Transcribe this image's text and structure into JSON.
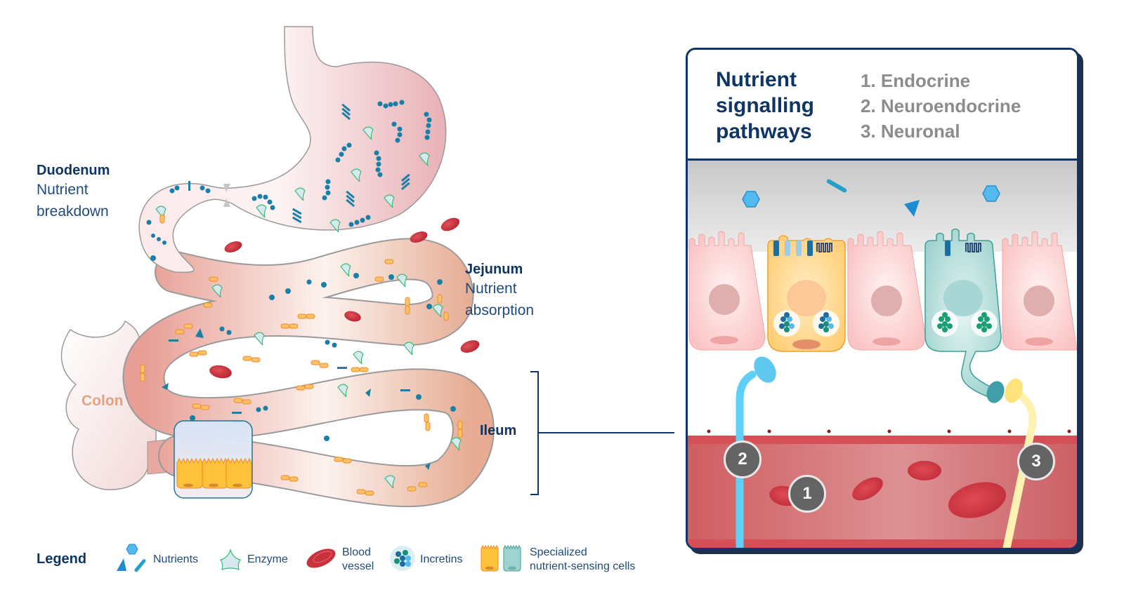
{
  "regions": {
    "duodenum": {
      "title": "Duodenum",
      "subtitle_line1": "Nutrient",
      "subtitle_line2": "breakdown"
    },
    "jejunum": {
      "title": "Jejunum",
      "subtitle_line1": "Nutrient",
      "subtitle_line2": "absorption"
    },
    "ileum": {
      "title": "Ileum"
    },
    "colon": {
      "title": "Colon"
    }
  },
  "panel": {
    "title_line1": "Nutrient",
    "title_line2": "signalling",
    "title_line3": "pathways",
    "pathways": [
      {
        "number": "1",
        "label": "1. Endocrine"
      },
      {
        "number": "2",
        "label": "2. Neuroendocrine"
      },
      {
        "number": "3",
        "label": "3. Neuronal"
      }
    ]
  },
  "legend": {
    "title": "Legend",
    "items": [
      {
        "icon": "nutrients-icon",
        "label": "Nutrients"
      },
      {
        "icon": "enzyme-icon",
        "label": "Enzyme"
      },
      {
        "icon": "blood-vessel-icon",
        "label_line1": "Blood",
        "label_line2": "vessel"
      },
      {
        "icon": "incretins-icon",
        "label": "Incretins"
      },
      {
        "icon": "sensing-cells-icon",
        "label_line1": "Specialized",
        "label_line2": "nutrient-sensing cells"
      }
    ]
  },
  "colors": {
    "navy": "#0e3563",
    "gut_pink": "#ebb9bc",
    "intestine_peach": "#e8a795",
    "nutrient_blue": "#1a7fa6",
    "blood_red": "#c8323c",
    "vessel_red": "#d46a6e",
    "cell_pink": "#fbd2d2",
    "cell_orange": "#ffd17a",
    "cell_teal": "#9fd3cf",
    "nerve_blue": "#5fcff5",
    "nerve_yellow": "#fff2b0",
    "badge_gray": "#646464",
    "pathway_gray": "#8c8c8c"
  }
}
